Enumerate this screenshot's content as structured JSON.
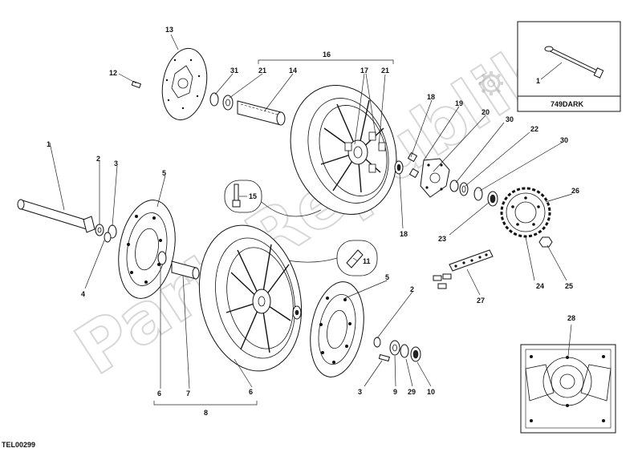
{
  "diagram": {
    "drawing_code": "TEL00299",
    "watermark": "PartsRepublik",
    "inset_top_title": "749DARK",
    "callouts": [
      {
        "id": "c1a",
        "label": "1"
      },
      {
        "id": "c1b",
        "label": "1"
      },
      {
        "id": "c2a",
        "label": "2"
      },
      {
        "id": "c2b",
        "label": "2"
      },
      {
        "id": "c3a",
        "label": "3"
      },
      {
        "id": "c3b",
        "label": "3"
      },
      {
        "id": "c4",
        "label": "4"
      },
      {
        "id": "c5a",
        "label": "5"
      },
      {
        "id": "c5b",
        "label": "5"
      },
      {
        "id": "c6a",
        "label": "6"
      },
      {
        "id": "c6b",
        "label": "6"
      },
      {
        "id": "c7",
        "label": "7"
      },
      {
        "id": "c8",
        "label": "8"
      },
      {
        "id": "c9",
        "label": "9"
      },
      {
        "id": "c10",
        "label": "10"
      },
      {
        "id": "c11",
        "label": "11"
      },
      {
        "id": "c12",
        "label": "12"
      },
      {
        "id": "c13",
        "label": "13"
      },
      {
        "id": "c14",
        "label": "14"
      },
      {
        "id": "c15",
        "label": "15"
      },
      {
        "id": "c16",
        "label": "16"
      },
      {
        "id": "c17",
        "label": "17"
      },
      {
        "id": "c18a",
        "label": "18"
      },
      {
        "id": "c18b",
        "label": "18"
      },
      {
        "id": "c19",
        "label": "19"
      },
      {
        "id": "c20",
        "label": "20"
      },
      {
        "id": "c21a",
        "label": "21"
      },
      {
        "id": "c21b",
        "label": "21"
      },
      {
        "id": "c22",
        "label": "22"
      },
      {
        "id": "c23",
        "label": "23"
      },
      {
        "id": "c24",
        "label": "24"
      },
      {
        "id": "c25",
        "label": "25"
      },
      {
        "id": "c26",
        "label": "26"
      },
      {
        "id": "c27",
        "label": "27"
      },
      {
        "id": "c28",
        "label": "28"
      },
      {
        "id": "c29",
        "label": "29"
      },
      {
        "id": "c30a",
        "label": "30"
      },
      {
        "id": "c30b",
        "label": "30"
      },
      {
        "id": "c31",
        "label": "31"
      }
    ]
  }
}
